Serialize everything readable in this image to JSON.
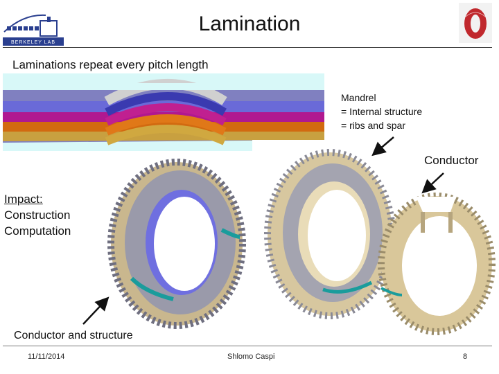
{
  "title": "Lamination",
  "subtitle": "Laminations repeat every pitch length",
  "mandrel": {
    "heading": "Mandrel",
    "line1": "= Internal structure",
    "line2": "= ribs and spar"
  },
  "conductor_label": "Conductor",
  "impact": {
    "heading": "Impact:",
    "line1": "Construction",
    "line2": "Computation"
  },
  "conductor_structure_label": "Conductor and structure",
  "footer": {
    "date": "11/11/2014",
    "author": "Shlomo Caspi",
    "page": "8"
  },
  "logos": {
    "left": "Berkeley Lab",
    "left_icon": "berkeley-lab-logo-icon",
    "right_icon": "ring-magnet-logo-icon"
  },
  "colors": {
    "title_rule": "#333333",
    "ring_face": "#8f8fa0",
    "ring_inner": "#6f6fe0",
    "conductor": "#d9c79a",
    "teal_band": "#1a9c9c"
  }
}
